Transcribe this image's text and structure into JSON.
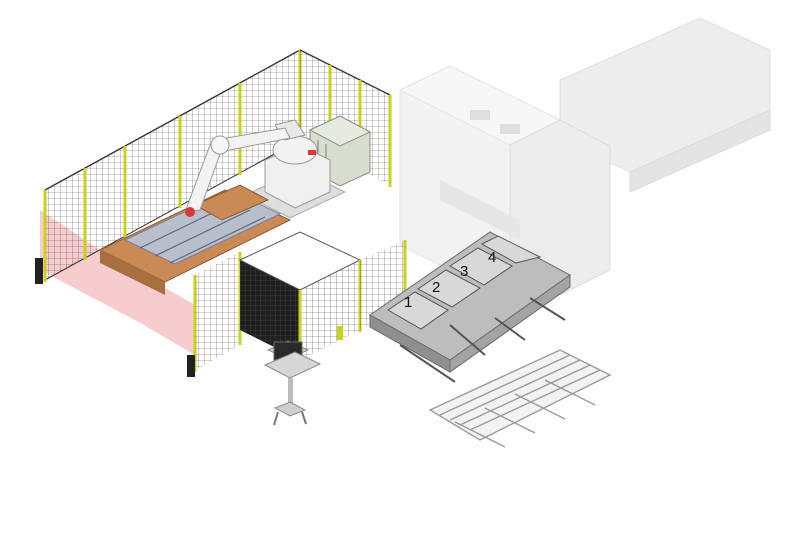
{
  "station_labels": [
    "1",
    "2",
    "3",
    "4"
  ],
  "colors": {
    "fence_post": "#c9d21a",
    "fence_mesh": "#2a2a2a",
    "safety_zone": "#f4b6bb",
    "robot": "#eeeeee",
    "pallet_wood": "#c98a55",
    "machine_ghost": "#e8e8e8",
    "table_steel": "#9a9a9a"
  },
  "icons": {
    "robot": "industrial-robot-icon",
    "control_panel": "operator-console-icon",
    "conveyor": "pallet-conveyor-icon"
  }
}
